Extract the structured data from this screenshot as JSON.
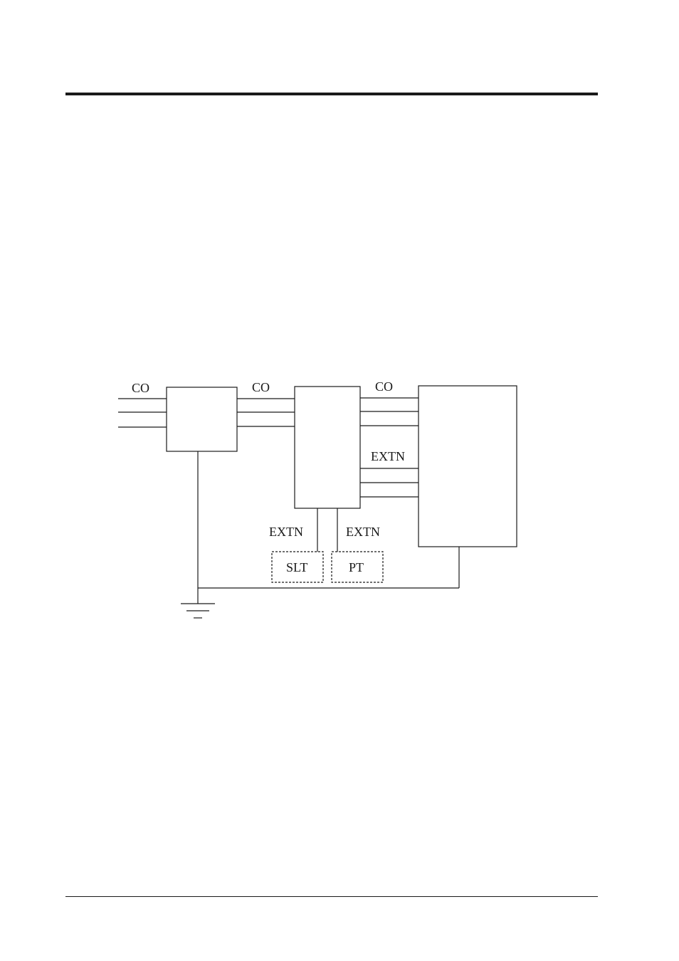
{
  "diagram": {
    "labels": {
      "co_1": "CO",
      "co_2": "CO",
      "co_3": "CO",
      "extn_right": "EXTN",
      "extn_slt": "EXTN",
      "extn_pt": "EXTN",
      "slt": "SLT",
      "pt": "PT"
    }
  }
}
